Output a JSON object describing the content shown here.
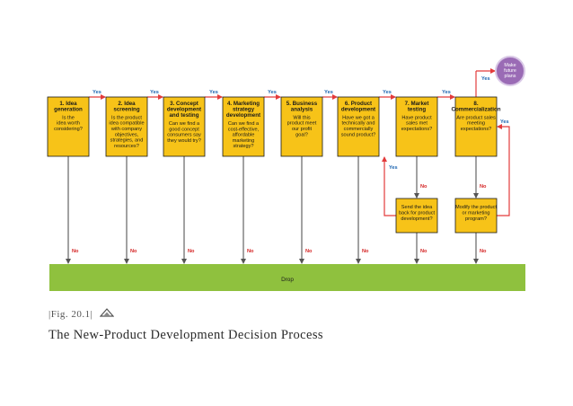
{
  "colors": {
    "box_fill": "#f7c318",
    "box_stroke": "#1a1a1a",
    "arrow_red": "#e33b3b",
    "line_gray": "#555555",
    "yes_blue": "#1b64b0",
    "no_red": "#d42424",
    "drop_fill": "#8fc13e",
    "future_fill": "#9a6bb5"
  },
  "stages": [
    {
      "title": [
        "1. Idea",
        "generation"
      ],
      "question": [
        "Is the",
        "idea worth",
        "considering?"
      ]
    },
    {
      "title": [
        "2. Idea",
        "screening"
      ],
      "question": [
        "Is the product",
        "idea compatible",
        "with company",
        "objectives,",
        "strategies, and",
        "resources?"
      ]
    },
    {
      "title": [
        "3. Concept",
        "development",
        "and testing"
      ],
      "question": [
        "Can we find a",
        "good concept",
        "consumers say",
        "they would try?"
      ]
    },
    {
      "title": [
        "4. Marketing",
        "strategy",
        "development"
      ],
      "question": [
        "Can we find a",
        "cost-effective,",
        "affordable",
        "marketing",
        "strategy?"
      ]
    },
    {
      "title": [
        "5. Business",
        "analysis"
      ],
      "question": [
        "Will this",
        "product meet",
        "our profit",
        "goal?"
      ]
    },
    {
      "title": [
        "6. Product",
        "development"
      ],
      "question": [
        "Have we got a",
        "technically and",
        "commercially",
        "sound product?"
      ]
    },
    {
      "title": [
        "7. Market",
        "testing"
      ],
      "question": [
        "Have product",
        "sales met",
        "expectations?"
      ]
    },
    {
      "title": [
        "8.",
        "Commercialization"
      ],
      "question": [
        "Are product sales",
        "meeting",
        "expectations?"
      ]
    }
  ],
  "feedback_boxes": [
    {
      "text": [
        "Send the idea",
        "back for product",
        "development?"
      ]
    },
    {
      "text": [
        "Modify the product",
        "or marketing",
        "program?"
      ]
    }
  ],
  "future": {
    "text": [
      "Make",
      "future",
      "plans"
    ]
  },
  "labels": {
    "yes": "Yes",
    "no": "No",
    "drop": "Drop"
  },
  "caption": {
    "figure": "|Fig. 20.1|",
    "title": "The New-Product Development Decision Process"
  }
}
